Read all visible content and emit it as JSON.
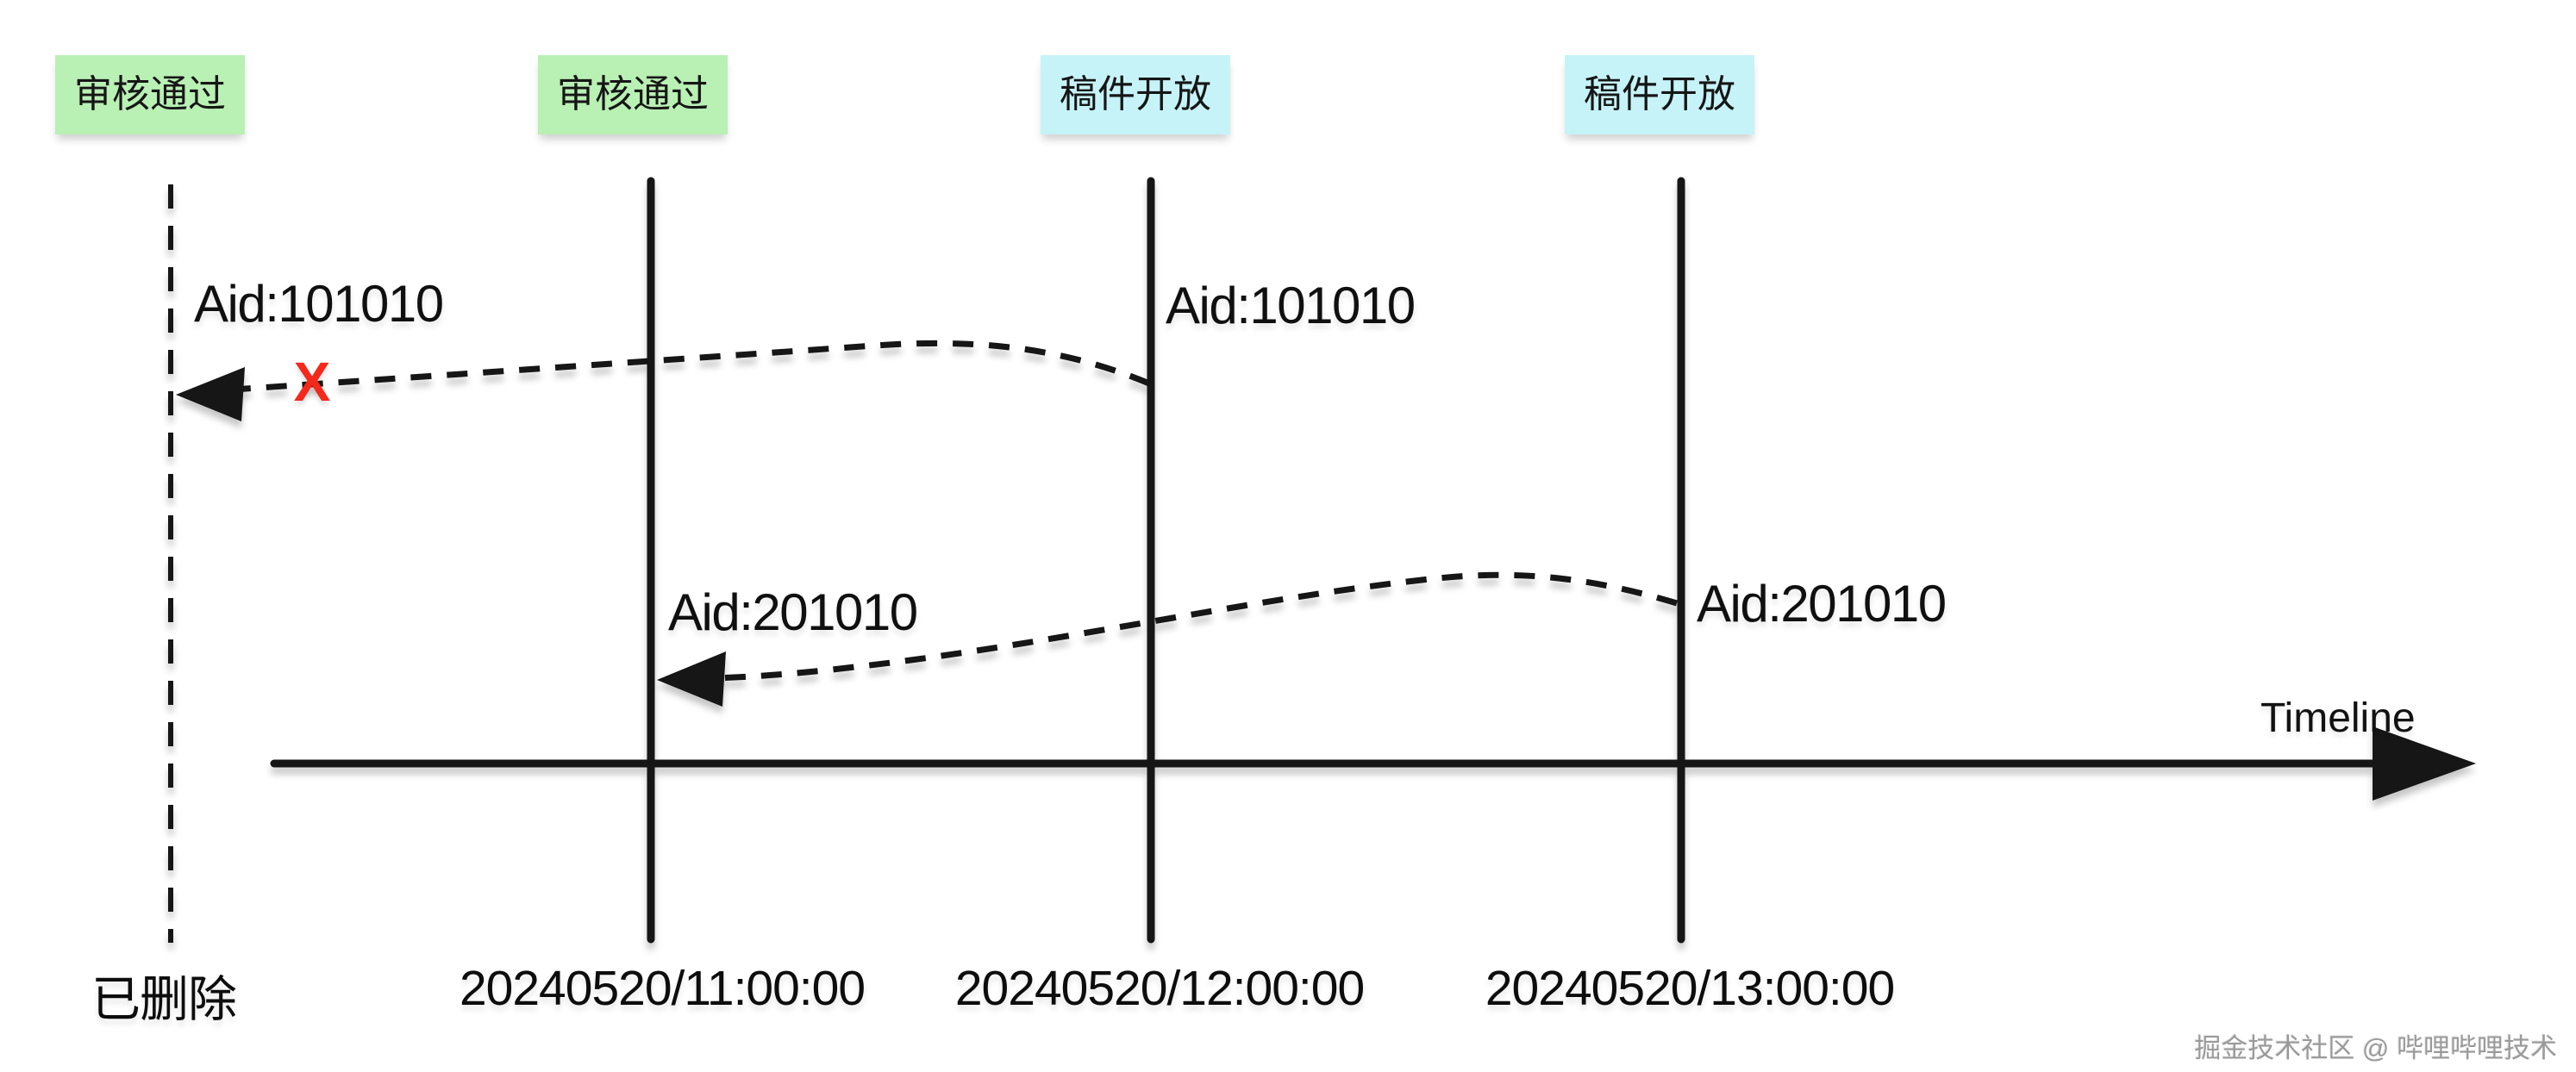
{
  "colors": {
    "ink": "#121212",
    "label-green-bg": "#b9f0b4",
    "label-cyan-bg": "#c6f3f8",
    "x-red": "#f5281c",
    "watermark-gray": "#9a9a9a"
  },
  "axis": {
    "label": "Timeline"
  },
  "events": [
    {
      "status": "审核通过",
      "timestamp": "已删除"
    },
    {
      "status": "审核通过",
      "timestamp": "20240520/11:00:00"
    },
    {
      "status": "稿件开放",
      "timestamp": "20240520/12:00:00"
    },
    {
      "status": "稿件开放",
      "timestamp": "20240520/13:00:00"
    }
  ],
  "aid_labels": [
    {
      "text": "Aid:101010"
    },
    {
      "text": "Aid:101010"
    },
    {
      "text": "Aid:201010"
    },
    {
      "text": "Aid:201010"
    }
  ],
  "arrows": [
    {
      "from_timestamp": "20240520/12:00:00",
      "to_timestamp": "已删除",
      "aid": "Aid:101010",
      "blocked_marker": "X"
    },
    {
      "from_timestamp": "20240520/13:00:00",
      "to_timestamp": "20240520/11:00:00",
      "aid": "Aid:201010",
      "blocked_marker": ""
    }
  ],
  "watermark": "掘金技术社区 @ 哔哩哔哩技术"
}
